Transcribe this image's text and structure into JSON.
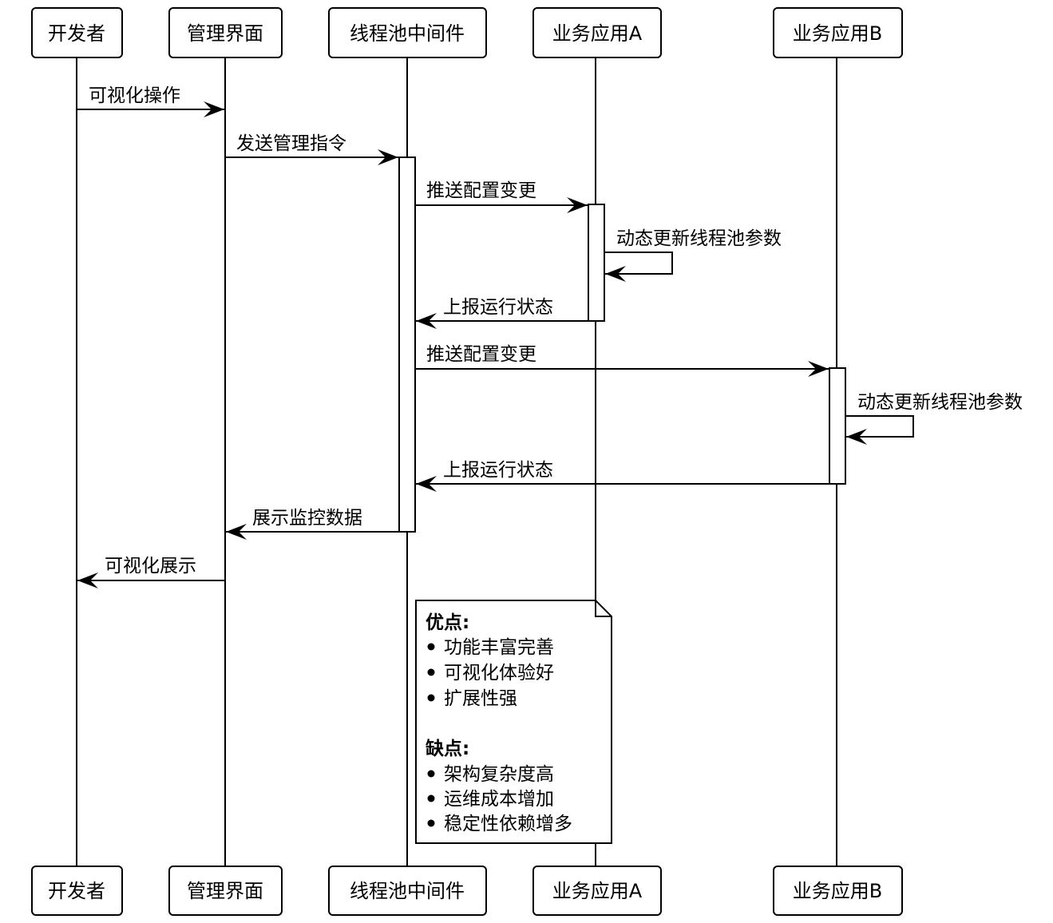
{
  "diagram": {
    "type": "sequence",
    "participants": [
      {
        "id": "dev",
        "label": "开发者"
      },
      {
        "id": "ui",
        "label": "管理界面"
      },
      {
        "id": "mw",
        "label": "线程池中间件"
      },
      {
        "id": "appA",
        "label": "业务应用A"
      },
      {
        "id": "appB",
        "label": "业务应用B"
      }
    ],
    "messages": [
      {
        "from": "dev",
        "to": "ui",
        "label": "可视化操作"
      },
      {
        "from": "ui",
        "to": "mw",
        "label": "发送管理指令"
      },
      {
        "from": "mw",
        "to": "appA",
        "label": "推送配置变更"
      },
      {
        "from": "appA",
        "to": "appA",
        "label": "动态更新线程池参数"
      },
      {
        "from": "appA",
        "to": "mw",
        "label": "上报运行状态"
      },
      {
        "from": "mw",
        "to": "appB",
        "label": "推送配置变更"
      },
      {
        "from": "appB",
        "to": "appB",
        "label": "动态更新线程池参数"
      },
      {
        "from": "appB",
        "to": "mw",
        "label": "上报运行状态"
      },
      {
        "from": "mw",
        "to": "ui",
        "label": "展示监控数据"
      },
      {
        "from": "ui",
        "to": "dev",
        "label": "可视化展示"
      }
    ],
    "note": {
      "over": "mw",
      "pros_title": "优点:",
      "pros": [
        "功能丰富完善",
        "可视化体验好",
        "扩展性强"
      ],
      "cons_title": "缺点:",
      "cons": [
        "架构复杂度高",
        "运维成本增加",
        "稳定性依赖增多"
      ]
    }
  }
}
